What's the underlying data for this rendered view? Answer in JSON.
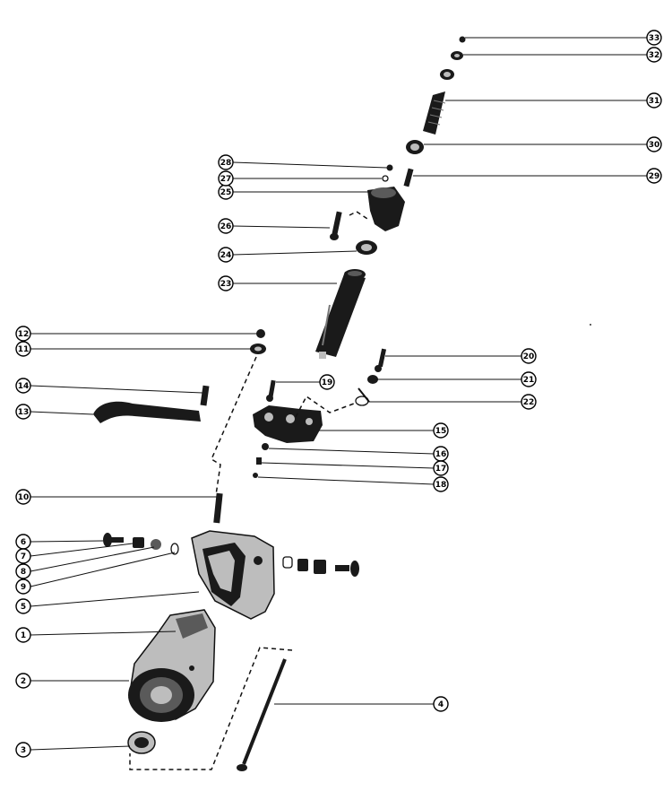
{
  "diagram": {
    "callouts": [
      {
        "id": "c1",
        "label": "1"
      },
      {
        "id": "c2",
        "label": "2"
      },
      {
        "id": "c3",
        "label": "3"
      },
      {
        "id": "c4",
        "label": "4"
      },
      {
        "id": "c5",
        "label": "5"
      },
      {
        "id": "c6",
        "label": "6"
      },
      {
        "id": "c7",
        "label": "7"
      },
      {
        "id": "c8",
        "label": "8"
      },
      {
        "id": "c9",
        "label": "9"
      },
      {
        "id": "c10",
        "label": "10"
      },
      {
        "id": "c11",
        "label": "11"
      },
      {
        "id": "c12",
        "label": "12"
      },
      {
        "id": "c13",
        "label": "13"
      },
      {
        "id": "c14",
        "label": "14"
      },
      {
        "id": "c15",
        "label": "15"
      },
      {
        "id": "c16",
        "label": "16"
      },
      {
        "id": "c17",
        "label": "17"
      },
      {
        "id": "c18",
        "label": "18"
      },
      {
        "id": "c19",
        "label": "19"
      },
      {
        "id": "c20",
        "label": "20"
      },
      {
        "id": "c21",
        "label": "21"
      },
      {
        "id": "c22",
        "label": "22"
      },
      {
        "id": "c23",
        "label": "23"
      },
      {
        "id": "c24",
        "label": "24"
      },
      {
        "id": "c25",
        "label": "25"
      },
      {
        "id": "c26",
        "label": "26"
      },
      {
        "id": "c27",
        "label": "27"
      },
      {
        "id": "c28",
        "label": "28"
      },
      {
        "id": "c29",
        "label": "29"
      },
      {
        "id": "c30",
        "label": "30"
      },
      {
        "id": "c31",
        "label": "31"
      },
      {
        "id": "c32",
        "label": "32"
      },
      {
        "id": "c33",
        "label": "33"
      }
    ]
  }
}
